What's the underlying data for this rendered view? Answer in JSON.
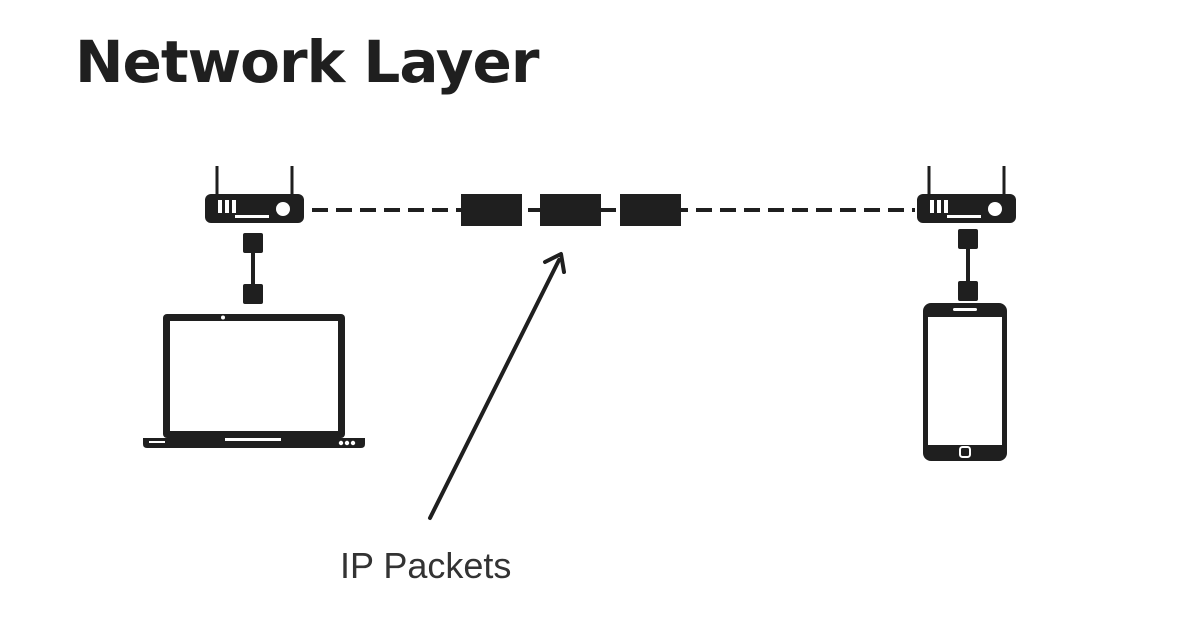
{
  "title": "Network Layer",
  "caption": "IP Packets",
  "colors": {
    "ink": "#1f1f1f",
    "background": "#ffffff",
    "caption": "#333333"
  },
  "icons": {
    "left_router": "router-icon",
    "right_router": "router-icon",
    "left_device": "laptop-icon",
    "right_device": "smartphone-icon",
    "packet": "packet-icon",
    "arrow": "arrow-icon"
  },
  "packet_count": 3
}
